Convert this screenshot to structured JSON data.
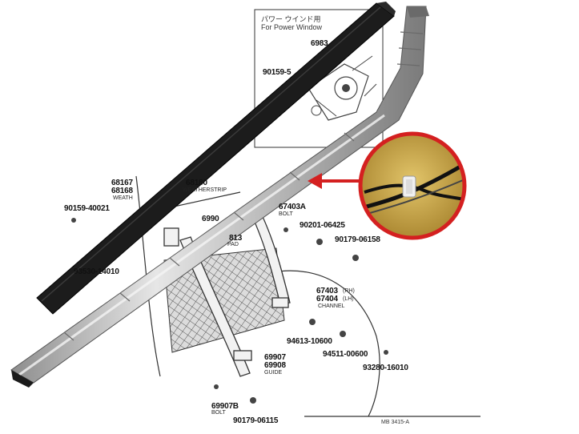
{
  "inset_box": {
    "title_jp": "パワー ウインド用",
    "title_en": "For Power Window",
    "part_a": "6983",
    "part_b": "90159-5"
  },
  "parts": {
    "p68167": "68167",
    "p68168": "68168",
    "weather_short": "WEATH",
    "p68180": "68180",
    "weatherstrip": "WEATHERSTRIP",
    "p90159_40021": "90159-40021",
    "p93530_14010": "93530-14010",
    "p6990": "6990",
    "p813": "813",
    "pad": "PAD",
    "p67403A": "67403A",
    "bolt": "BOLT",
    "p90201_06425": "90201-06425",
    "p90179_06158": "90179-06158",
    "p67403": "67403",
    "rh": "(RH)",
    "p67404": "67404",
    "lh": "(LH)",
    "channel": "CHANNEL",
    "p94613_10600": "94613-10600",
    "p94511_00600": "94511-00600",
    "p93280_16010": "93280-16010",
    "p69907": "69907",
    "p69908": "69908",
    "guide": "GUIDE",
    "p69907B": "69907B",
    "bolt2": "BOLT",
    "p90179_06115": "90179-06115",
    "figure_code": "MB 3415-A"
  },
  "colors": {
    "rubber_strip": "#1c1c1c",
    "chrome_strip": "#c9c9c9",
    "arrow": "#d42020",
    "detail_circle_border": "#d42020",
    "detail_background": "#c9a44a"
  }
}
